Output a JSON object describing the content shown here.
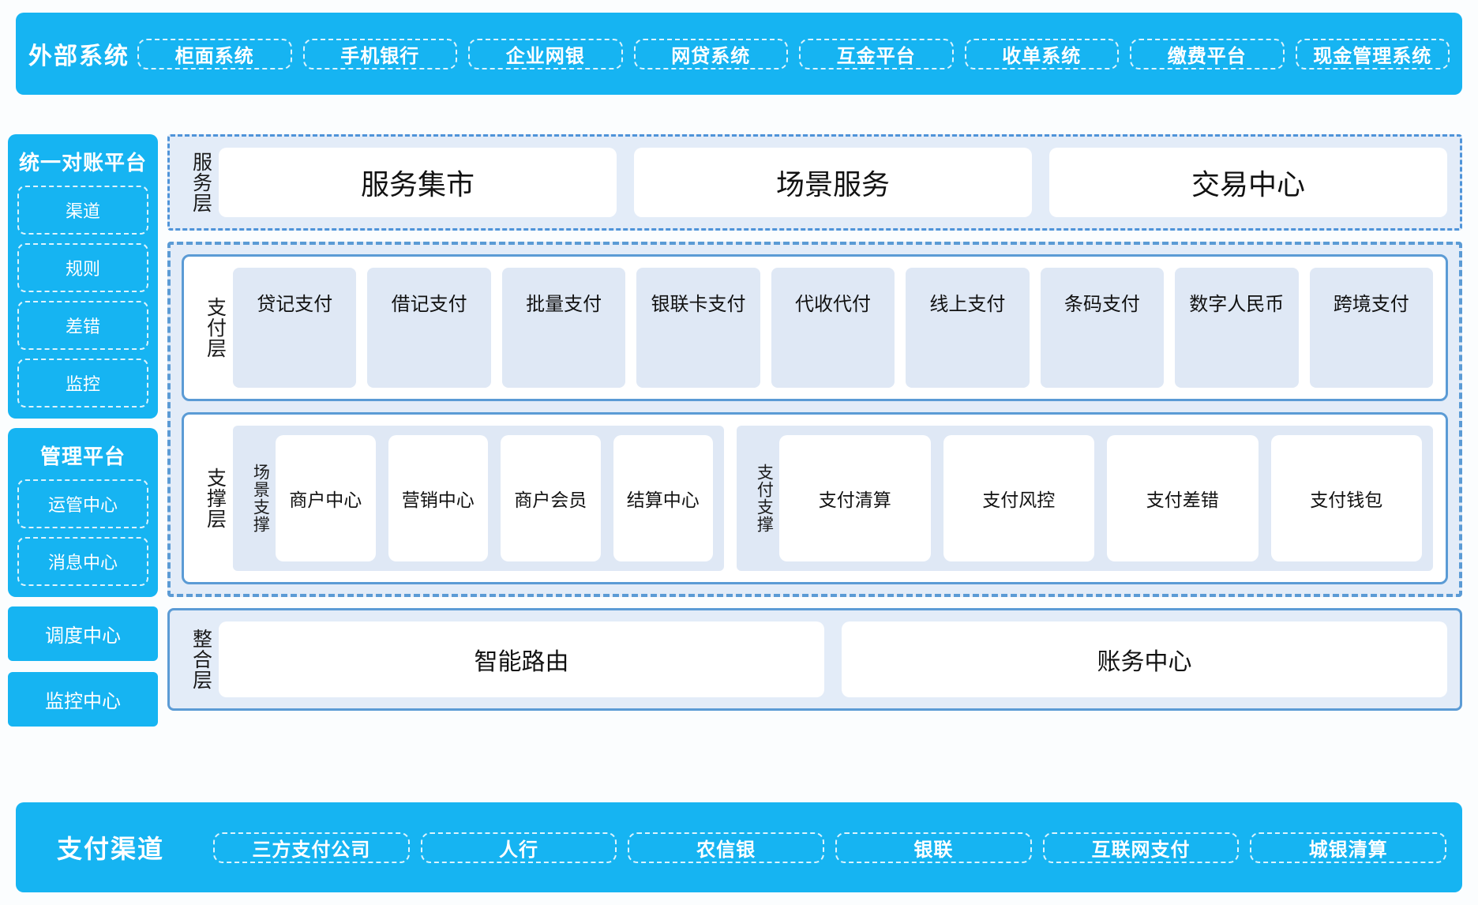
{
  "top_bar": {
    "title": "外部系统",
    "items": [
      {
        "label": "柜面系统"
      },
      {
        "label": "手机银行"
      },
      {
        "label": "企业网银"
      },
      {
        "label": "网贷系统"
      },
      {
        "label": "互金平台"
      },
      {
        "label": "收单系统"
      },
      {
        "label": "缴费平台"
      },
      {
        "label": "现金管理系统"
      }
    ]
  },
  "left_column": {
    "reconciliation_platform": {
      "title": "统一对账平台",
      "items": [
        "渠道",
        "规则",
        "差错",
        "监控"
      ]
    },
    "management_platform": {
      "title": "管理平台",
      "items": [
        "运管中心",
        "消息中心"
      ]
    },
    "standalone": [
      "调度中心",
      "监控中心"
    ]
  },
  "service_layer": {
    "label": "服务层",
    "items": [
      "服务集市",
      "场景服务",
      "交易中心"
    ]
  },
  "payment_layer": {
    "label": "支付层",
    "items": [
      "贷记支付",
      "借记支付",
      "批量支付",
      "银联卡支付",
      "代收代付",
      "线上支付",
      "条码支付",
      "数字人民币",
      "跨境支付"
    ]
  },
  "support_layer": {
    "label": "支撑层",
    "groups": [
      {
        "label": "场景支撑",
        "items": [
          "商户中心",
          "营销中心",
          "商户会员",
          "结算中心"
        ]
      },
      {
        "label": "支付支撑",
        "items": [
          "支付清算",
          "支付风控",
          "支付差错",
          "支付钱包"
        ]
      }
    ]
  },
  "integration_layer": {
    "label": "整合层",
    "items": [
      "智能路由",
      "账务中心"
    ]
  },
  "bottom_bar": {
    "title": "支付渠道",
    "items": [
      {
        "label": "三方支付公司"
      },
      {
        "label": "人行"
      },
      {
        "label": "农信银"
      },
      {
        "label": "银联"
      },
      {
        "label": "互联网支付"
      },
      {
        "label": "城银清算"
      }
    ]
  },
  "colors": {
    "brand_blue": "#16b4f2",
    "layer_border": "#5b9bd5",
    "layer_fill": "#e3ecf8",
    "chip_fill": "#dfe8f5",
    "page_background": "#fbfdfe"
  }
}
